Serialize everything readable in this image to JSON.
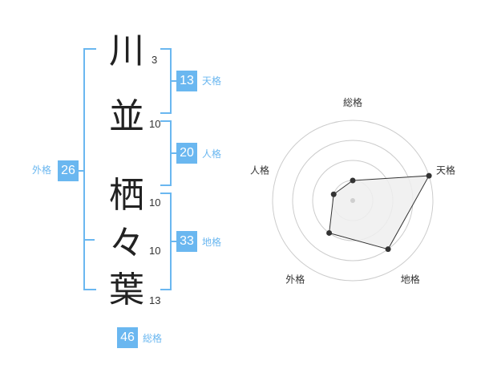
{
  "name_chars": [
    {
      "char": "川",
      "strokes": "3"
    },
    {
      "char": "並",
      "strokes": "10"
    },
    {
      "char": "栖",
      "strokes": "10"
    },
    {
      "char": "々",
      "strokes": "10"
    },
    {
      "char": "葉",
      "strokes": "13"
    }
  ],
  "fortunes": {
    "tenkaku": {
      "value": "13",
      "label": "天格"
    },
    "jinkaku": {
      "value": "20",
      "label": "人格"
    },
    "chikaku": {
      "value": "33",
      "label": "地格"
    },
    "gaikaku": {
      "value": "26",
      "label": "外格"
    },
    "soukaku": {
      "value": "46",
      "label": "総格"
    }
  },
  "chart_data": {
    "type": "radar",
    "axes": [
      "総格",
      "天格",
      "地格",
      "外格",
      "人格"
    ],
    "levels": 4,
    "max": 4,
    "values": [
      1,
      4,
      3,
      2,
      1
    ]
  },
  "colors": {
    "accent": "#6ab7f0",
    "ring": "#cccccc",
    "fill": "#eeeeee"
  }
}
